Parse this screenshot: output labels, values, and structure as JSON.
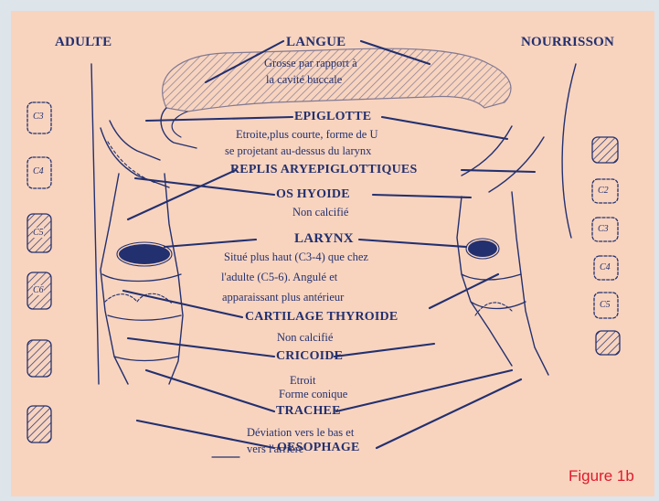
{
  "header": {
    "left": "ADULTE",
    "right": "NOURRISSON"
  },
  "labels": {
    "langue": "LANGUE",
    "langue_note_1": "Grosse par rapport à",
    "langue_note_2": "la cavité buccale",
    "epiglotte": "EPIGLOTTE",
    "epiglotte_note_1": "Etroite,plus courte, forme de U",
    "epiglotte_note_2": "se projetant au-dessus du larynx",
    "replis": "REPLIS ARYEPIGLOTTIQUES",
    "hyoide": "OS HYOIDE",
    "hyoide_note": "Non calcifié",
    "larynx": "LARYNX",
    "larynx_note_1": "Situé plus haut (C3-4) que chez",
    "larynx_note_2": "l'adulte (C5-6). Angulé et",
    "larynx_note_3": "apparaissant plus antérieur",
    "thyroide": "CARTILAGE THYROIDE",
    "thyroide_note": "Non calcifié",
    "cricoide": "CRICOIDE",
    "cricoide_note_1": "Etroit",
    "cricoide_note_2": "Forme conique",
    "trachee": "TRACHEE",
    "trachee_note_1": "Déviation vers le bas et",
    "trachee_note_2": "vers l'arrière",
    "oesophage": "OESOPHAGE"
  },
  "vertebrae": {
    "adult": [
      "C3",
      "C4",
      "C5",
      "C6"
    ],
    "infant": [
      "C2",
      "C3",
      "C4",
      "C5"
    ]
  },
  "figure_label": "Figure 1b",
  "colors": {
    "ink": "#23306f",
    "background": "#f8d4bf",
    "accent": "#e0192b",
    "page": "#dde4ea"
  }
}
